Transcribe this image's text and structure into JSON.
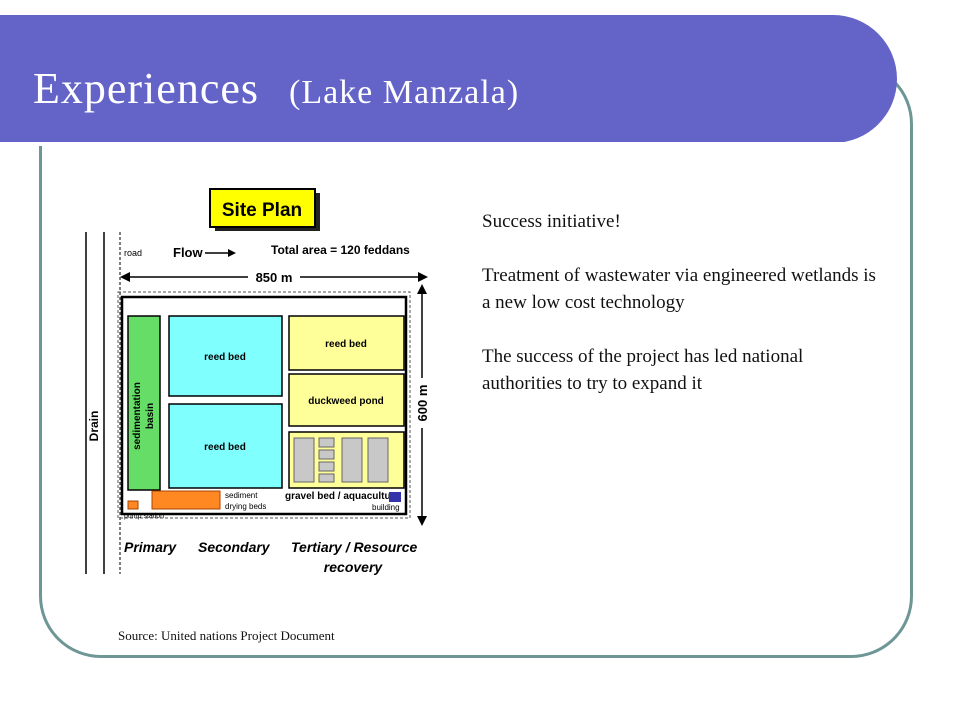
{
  "title": {
    "main": "Experiences",
    "sub": "(Lake Manzala)"
  },
  "colors": {
    "title_bar": "#6464c8",
    "frame_border": "#6f9696",
    "reed_bed_secondary": "#80ffff",
    "tertiary_cells": "#ffff99",
    "sedimentation": "#66dd66",
    "drying_beds": "#ff8822",
    "building": "#3333aa",
    "site_plan_badge": "#ffff00"
  },
  "body": {
    "p1": "Success initiative!",
    "p2": "Treatment of  wastewater via engineered wetlands is a new low cost technology",
    "p3": "The success of  the project has led national authorities to try to expand it"
  },
  "source": "Source: United nations  Project Document",
  "site_plan": {
    "badge": "Site Plan",
    "road": "road",
    "flow": "Flow",
    "total_area": "Total area = 120 feddans",
    "width": "850 m",
    "height": "600 m",
    "drain": "Drain",
    "sedimentation_line1": "sedimentation",
    "sedimentation_line2": "basin",
    "reed_bed_top": "reed bed",
    "reed_bed_bottom": "reed bed",
    "reed_bed_tertiary": "reed bed",
    "duckweed": "duckweed pond",
    "gravel": "gravel bed / aquaculture",
    "sediment_line1": "sediment",
    "sediment_line2": "drying beds",
    "building": "building",
    "pump_station": "pump station",
    "primary": "Primary",
    "secondary": "Secondary",
    "tertiary_line1": "Tertiary / Resource",
    "tertiary_line2": "recovery"
  }
}
